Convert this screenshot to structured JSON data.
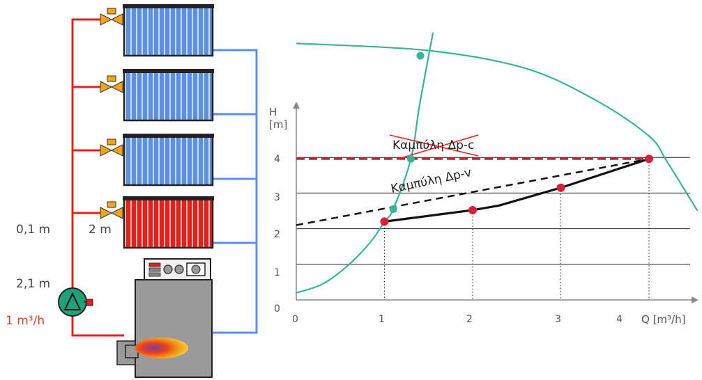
{
  "system": {
    "left_labels": {
      "head_loss_small": "0,1 m",
      "head_loss_pump": "2,1 m",
      "flow": "1 m³/h",
      "radiator_head": "2 m"
    },
    "colors": {
      "supply_pipe": "#e8201c",
      "return_pipe": "#5b8fe8",
      "radiator_closed": "#5b8fe8",
      "radiator_open": "#e8201c",
      "pump": "#1fa27a",
      "valve": "#f2a31a",
      "boiler": "#9a9a9a"
    }
  },
  "chart_data": {
    "type": "line",
    "xlabel": "Q [m³/h]",
    "ylabel": "H\n[m]",
    "x_ticks": [
      "0",
      "1",
      "2",
      "3",
      "4"
    ],
    "y_ticks": [
      "0",
      "1",
      "2",
      "3",
      "4"
    ],
    "xlim": [
      0,
      4.55
    ],
    "ylim": [
      0,
      5.7
    ],
    "grid": true,
    "annotations": {
      "curve_dp_c": "Καμπύλη Δp-c",
      "curve_dp_v": "Καμπύλη Δp-v"
    },
    "series": [
      {
        "name": "Καμπύλη Δp-c",
        "style": "dashed",
        "color": "#c0282d",
        "points": [
          [
            0,
            3.96
          ],
          [
            4.0,
            3.96
          ]
        ]
      },
      {
        "name": "Καμπύλη Δp-v",
        "style": "dashed",
        "color": "#111111",
        "points": [
          [
            0,
            2.1
          ],
          [
            4.0,
            3.96
          ]
        ]
      },
      {
        "style": "solid",
        "color": "#111111",
        "points": [
          [
            1.0,
            2.2
          ],
          [
            2.0,
            2.52
          ],
          [
            2.3,
            2.65
          ],
          [
            3.0,
            3.15
          ],
          [
            4.0,
            3.96
          ]
        ]
      },
      {
        "style": "solid",
        "color": "#35b59a",
        "points": [
          [
            0,
            0.2
          ],
          [
            0.3,
            0.45
          ],
          [
            0.6,
            1.0
          ],
          [
            0.85,
            1.65
          ],
          [
            1.0,
            2.2
          ],
          [
            1.1,
            2.55
          ],
          [
            1.3,
            3.96
          ],
          [
            1.4,
            5.5
          ],
          [
            1.55,
            7.5
          ]
        ]
      },
      {
        "style": "solid",
        "color": "#35b59a",
        "points": [
          [
            0,
            7.2
          ],
          [
            1.5,
            7.0
          ],
          [
            2.6,
            6.5
          ],
          [
            3.4,
            5.6
          ],
          [
            4.0,
            4.6
          ],
          [
            4.2,
            3.9
          ],
          [
            4.55,
            2.5
          ]
        ]
      }
    ],
    "operating_points_red": [
      [
        1.0,
        2.2
      ],
      [
        2.0,
        2.52
      ],
      [
        3.0,
        3.15
      ],
      [
        4.0,
        3.96
      ]
    ],
    "operating_points_teal": [
      [
        1.1,
        2.55
      ],
      [
        1.3,
        3.96
      ],
      [
        1.5,
        7.0
      ]
    ]
  }
}
